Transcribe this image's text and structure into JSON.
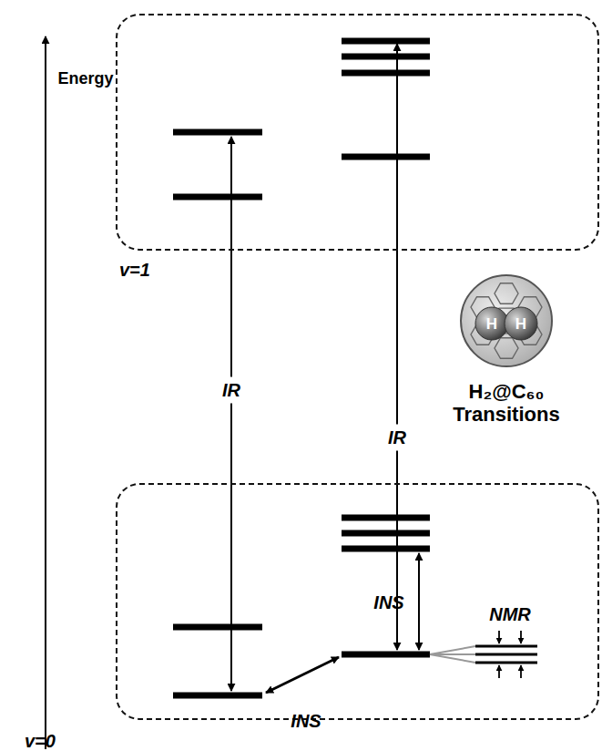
{
  "diagram": {
    "nodes": [
      {
        "text": [
          "v=1"
        ]
      },
      {
        "text": [
          "v=0"
        ]
      }
    ],
    "labels": [
      "Energy",
      "IR",
      "IR",
      "INS",
      "INS",
      "NMR",
      "H₂@C₆₀ Transitions",
      "H",
      "H"
    ]
  }
}
